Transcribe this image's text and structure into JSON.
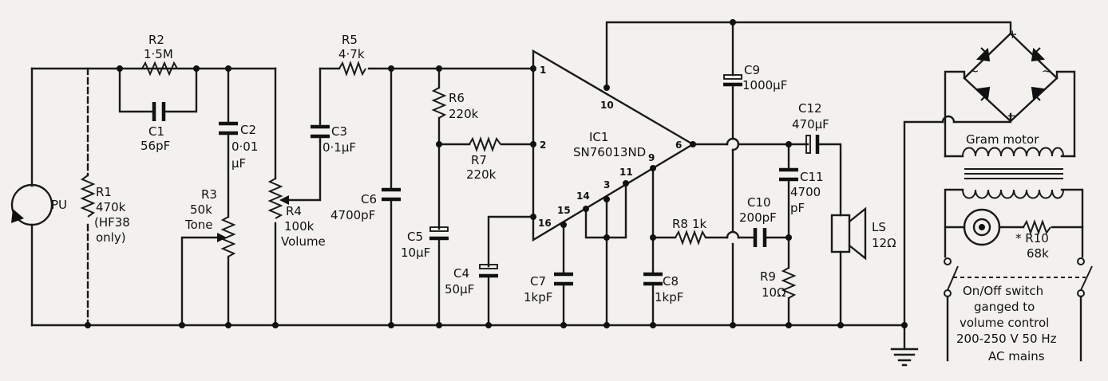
{
  "components": {
    "pu": "PU",
    "r1": {
      "name": "R1",
      "value": "470k",
      "note1": "(HF38",
      "note2": "only)"
    },
    "r2": {
      "name": "R2",
      "value": "1·5M"
    },
    "c1": {
      "name": "C1",
      "value": "56pF"
    },
    "c2": {
      "name": "C2",
      "value1": "0·01",
      "value2": "µF"
    },
    "r3": {
      "name": "R3",
      "value": "50k",
      "func": "Tone"
    },
    "r4": {
      "name": "R4",
      "value": "100k",
      "func": "Volume"
    },
    "r5": {
      "name": "R5",
      "value": "4·7k"
    },
    "c3": {
      "name": "C3",
      "value": "0·1µF"
    },
    "c6": {
      "name": "C6",
      "value": "4700pF"
    },
    "r6": {
      "name": "R6",
      "value": "220k"
    },
    "r7": {
      "name": "R7",
      "value": "220k"
    },
    "c5": {
      "name": "C5",
      "value": "10µF"
    },
    "c4": {
      "name": "C4",
      "value": "50µF"
    },
    "ic1": {
      "name": "IC1",
      "part": "SN76013ND"
    },
    "c7": {
      "name": "C7",
      "value": "1kpF"
    },
    "c8": {
      "name": "C8",
      "value": "1kpF"
    },
    "r8": {
      "name": "R8",
      "value": "1k"
    },
    "c9": {
      "name": "C9",
      "value": "1000µF"
    },
    "c12": {
      "name": "C12",
      "value": "470µF"
    },
    "c11": {
      "name": "C11",
      "value1": "4700",
      "value2": "pF"
    },
    "c10": {
      "name": "C10",
      "value": "200pF"
    },
    "r9": {
      "name": "R9",
      "value": "10Ω"
    },
    "ls": {
      "name": "LS",
      "value": "12Ω"
    },
    "motor": "Gram motor",
    "r10": {
      "name": "* R10",
      "value": "68k"
    },
    "plus": "+",
    "minus": "−",
    "ac": "~"
  },
  "pins": [
    "1",
    "2",
    "16",
    "10",
    "6",
    "9",
    "11",
    "3",
    "14",
    "15"
  ],
  "switch_note": [
    "On/Off switch",
    "ganged to",
    "volume control",
    "200-250 V 50 Hz",
    "AC mains"
  ]
}
